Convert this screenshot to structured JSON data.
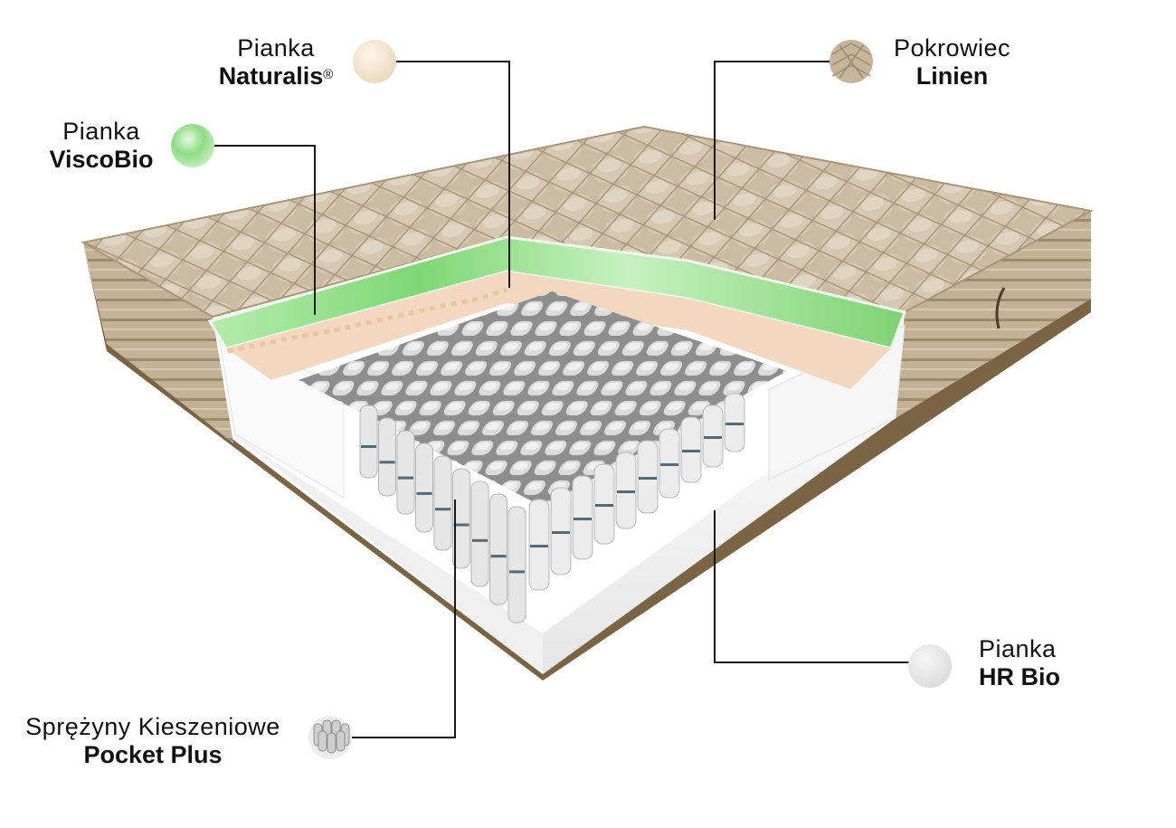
{
  "callouts": {
    "naturalis": {
      "line1": "Pianka",
      "line2": "Naturalis",
      "mark": "®",
      "swatch": "cream-foam-swatch"
    },
    "viscobio": {
      "line1": "Pianka",
      "line2": "ViscoBio",
      "swatch": "green-marbled-foam-swatch"
    },
    "pokrowiec": {
      "line1": "Pokrowiec",
      "line2": "Linien",
      "swatch": "quilted-fabric-swatch"
    },
    "hrbio": {
      "line1": "Pianka",
      "line2": "HR Bio",
      "swatch": "white-foam-swatch"
    },
    "pocket": {
      "line1": "Sprężyny Kieszeniowe",
      "line2": "Pocket Plus",
      "swatch": "pocket-springs-swatch"
    }
  },
  "colors": {
    "fabric": "#cbbba3",
    "fabric_dark": "#8a7758",
    "base": "#7a6443",
    "viscobio": "#8fdc86",
    "naturalis": "#f3d8bf",
    "hrbio": "#f4f4f4",
    "springs": "#d9d9d9",
    "spring_band": "#4f6b7d",
    "leader": "#1a1a1a"
  }
}
